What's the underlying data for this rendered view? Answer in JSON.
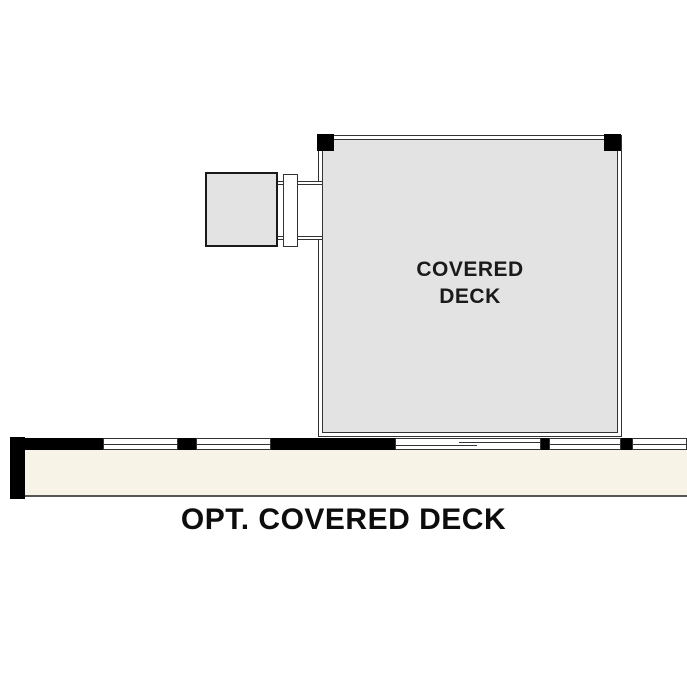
{
  "plan": {
    "title": "OPT. COVERED DECK",
    "deck_label": {
      "line1": "COVERED",
      "line2": "DECK"
    }
  },
  "colors": {
    "deck_fill": "#e3e3e3",
    "interior_fill": "#f8f3e7",
    "wall_black": "#000000",
    "line": "#333333"
  }
}
